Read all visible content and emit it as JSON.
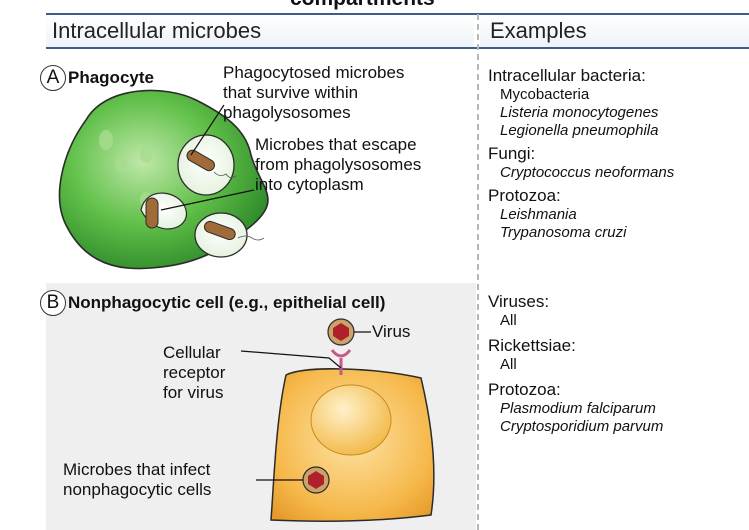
{
  "title": "compartments",
  "headers": {
    "left": "Intracellular microbes",
    "right": "Examples"
  },
  "panel_a": {
    "letter": "A",
    "label": "Phagocyte",
    "annotation_1": [
      "Phagocytosed microbes",
      "that survive within",
      "phagolysosomes"
    ],
    "annotation_2": [
      "Microbes that escape",
      "from phagolysosomes",
      "into cytoplasm"
    ]
  },
  "panel_b": {
    "letter": "B",
    "label": "Nonphagocytic cell (e.g., epithelial cell)",
    "virus_label": "Virus",
    "receptor_label": [
      "Cellular",
      "receptor",
      "for virus"
    ],
    "infect_label": [
      "Microbes that infect",
      "nonphagocytic cells"
    ]
  },
  "examples_a": {
    "bacteria_head": "Intracellular bacteria:",
    "bacteria": [
      "Mycobacteria",
      "Listeria monocytogenes",
      "Legionella pneumophila"
    ],
    "fungi_head": "Fungi:",
    "fungi": [
      "Cryptococcus neoformans"
    ],
    "protozoa_head": "Protozoa:",
    "protozoa": [
      "Leishmania",
      "Trypanosoma cruzi"
    ]
  },
  "examples_b": {
    "viruses_head": "Viruses:",
    "viruses": [
      "All"
    ],
    "rickettsiae_head": "Rickettsiae:",
    "rickettsiae": [
      "All"
    ],
    "protozoa_head": "Protozoa:",
    "protozoa": [
      "Plasmodium falciparum",
      "Cryptosporidium parvum"
    ]
  },
  "colors": {
    "header_rule": "#3a5f8c",
    "phagocyte_green": "#4caf3f",
    "epithelial_orange": "#f4b53f",
    "virus_red": "#b0202c",
    "bacteria_brown": "#8a5a2b"
  }
}
